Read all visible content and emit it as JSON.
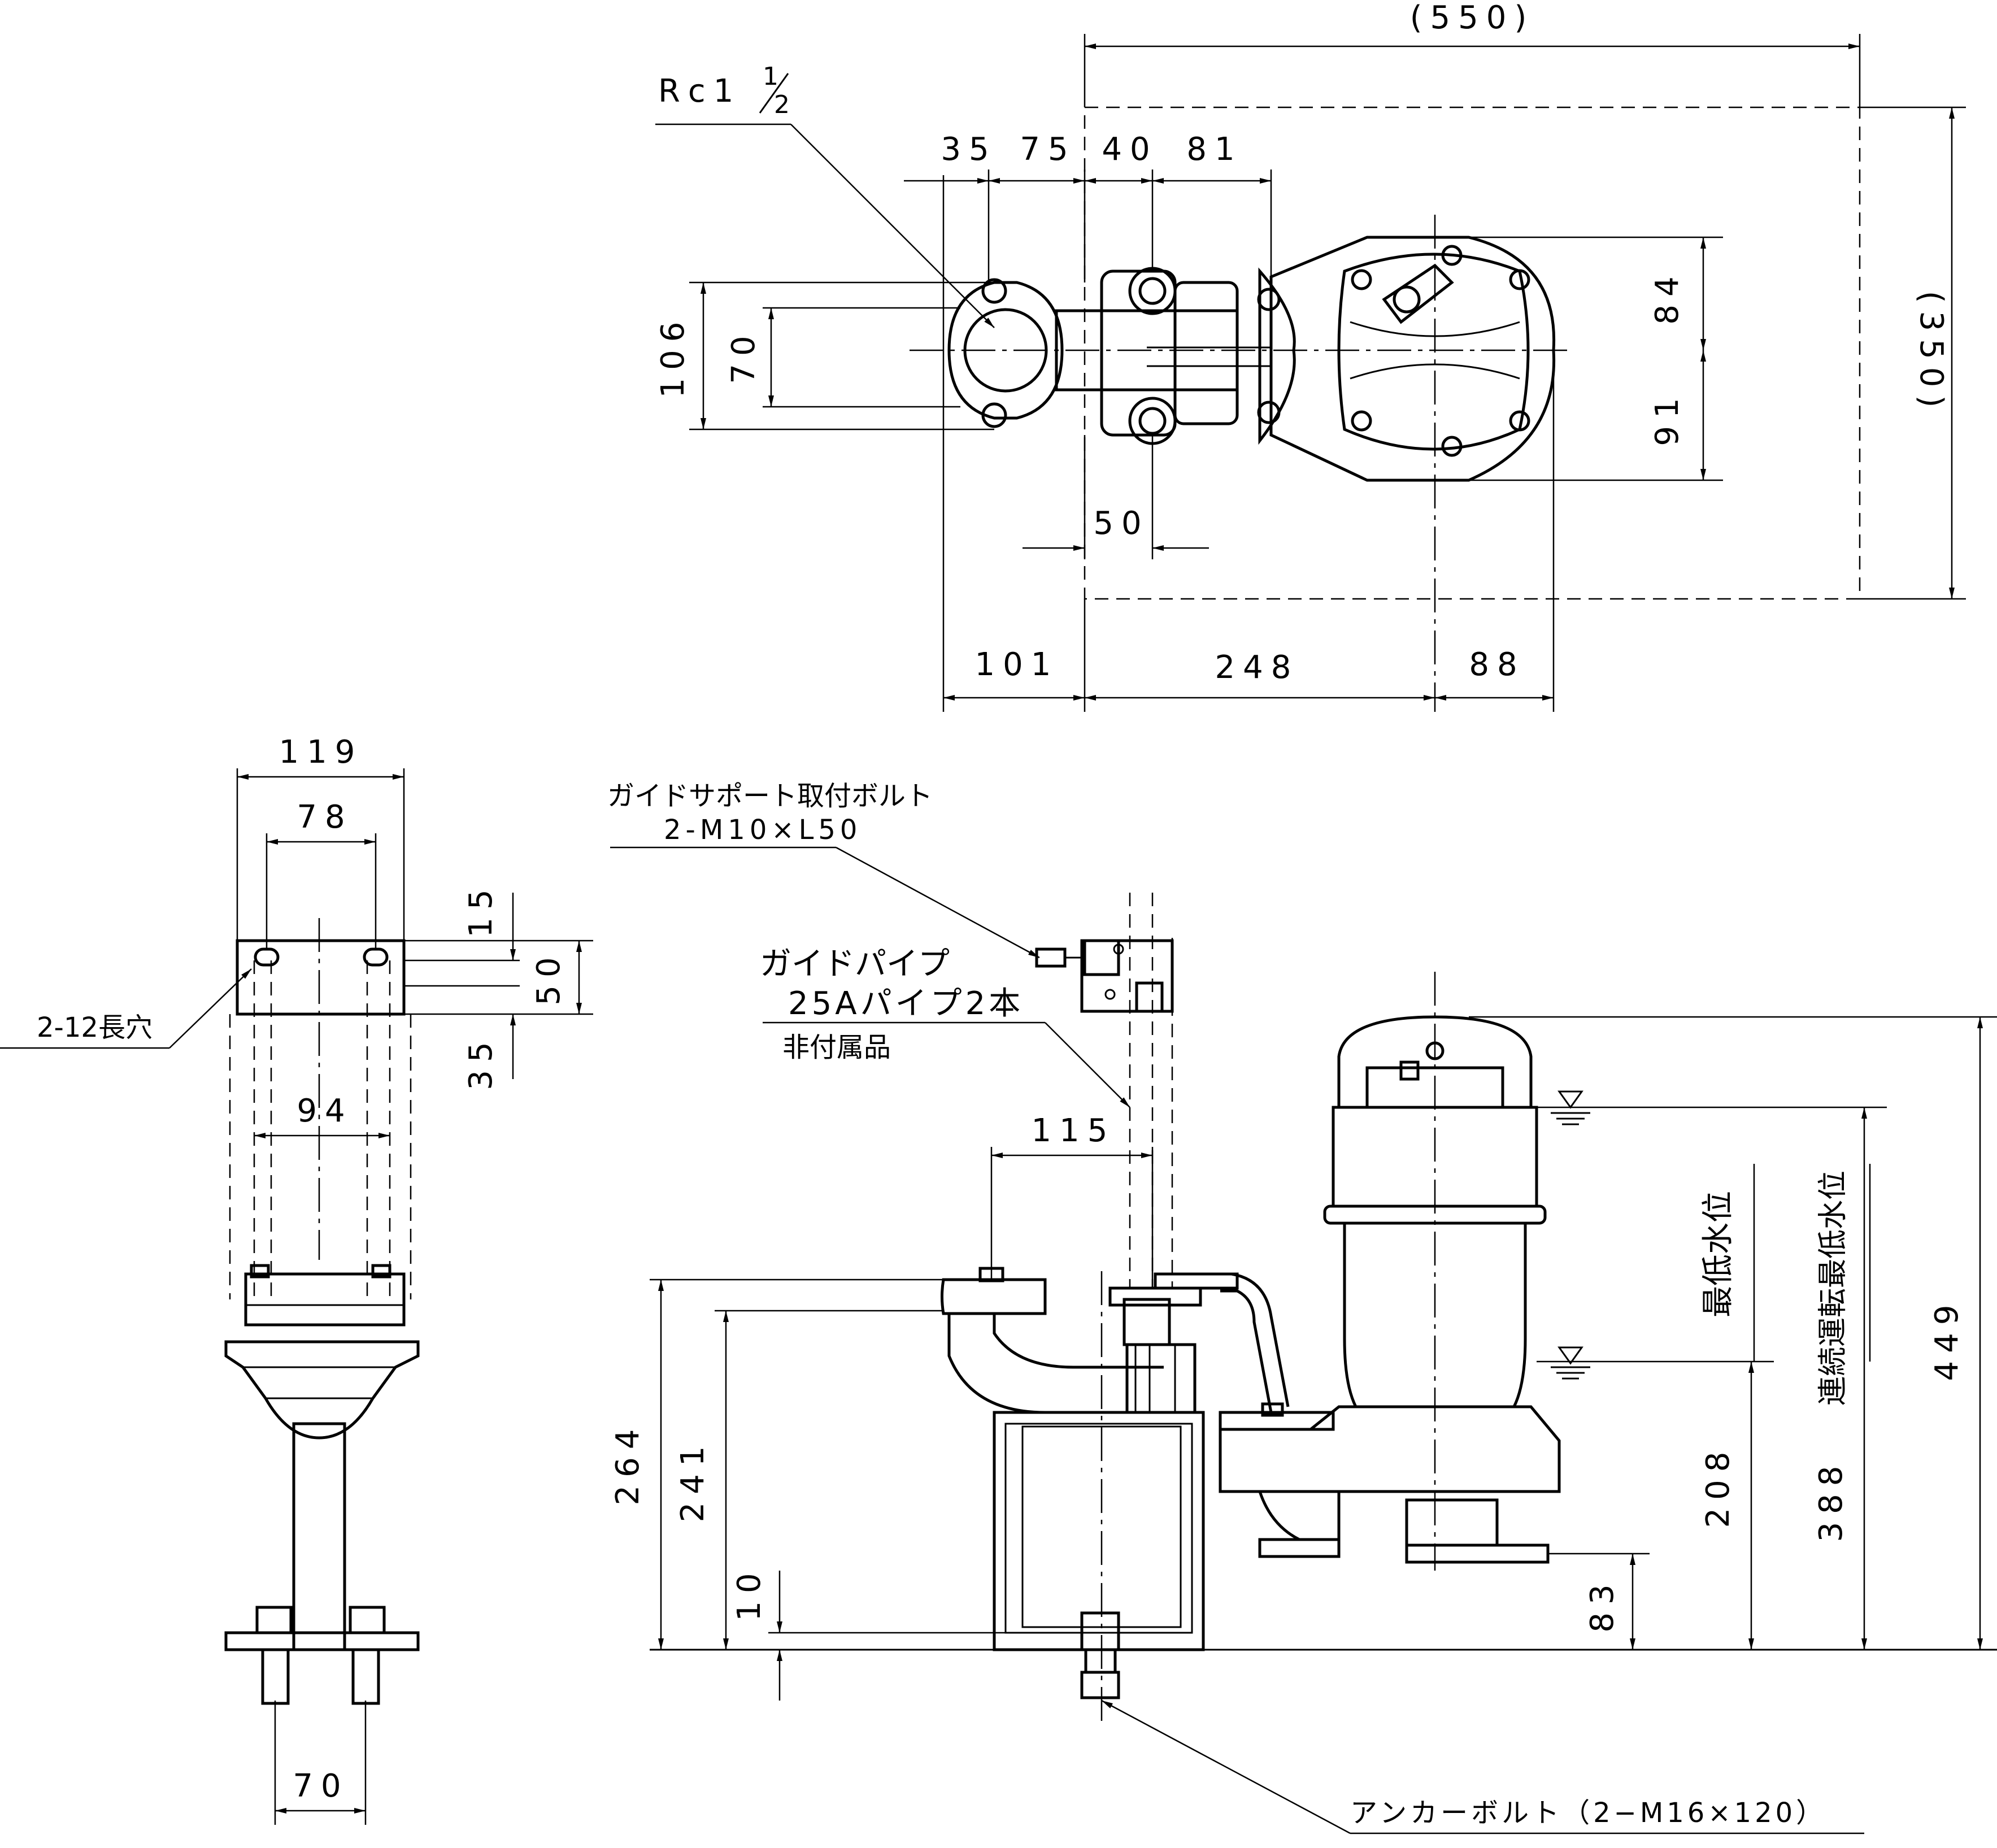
{
  "plan_view": {
    "overall_width": "(550)",
    "overall_depth": "(350)",
    "pipe_thread_prefix": "Rc1",
    "pipe_thread_num": "1",
    "pipe_thread_den": "2",
    "dims_top": [
      "35",
      "75",
      "40",
      "81"
    ],
    "dim_106": "106",
    "dim_70": "70",
    "dim_84": "84",
    "dim_91": "91",
    "dim_50": "50",
    "dims_bottom": [
      "101",
      "248",
      "88"
    ]
  },
  "side_view": {
    "dim_119": "119",
    "dim_78": "78",
    "dim_94": "94",
    "dim_15": "15",
    "dim_50": "50",
    "dim_35": "35",
    "slot_note": "2-12長穴",
    "dim_70": "70"
  },
  "front_view": {
    "guide_support_bolt": "ガイドサポート取付ボルト",
    "guide_support_bolt_spec": "2-M10×L50",
    "guide_pipe": "ガイドパイプ",
    "guide_pipe_spec": "25Aパイプ2本",
    "guide_pipe_note": "非付属品",
    "dim_115": "115",
    "dim_264": "264",
    "dim_241": "241",
    "dim_10": "10",
    "dim_83": "83",
    "dim_208": "208",
    "dim_388": "388",
    "dim_449": "449",
    "lowest_water_level": "最低水位",
    "continuous_lowest_water_level": "連続運転最低水位",
    "anchor_bolt": "アンカーボルト（2−M16×120）"
  }
}
